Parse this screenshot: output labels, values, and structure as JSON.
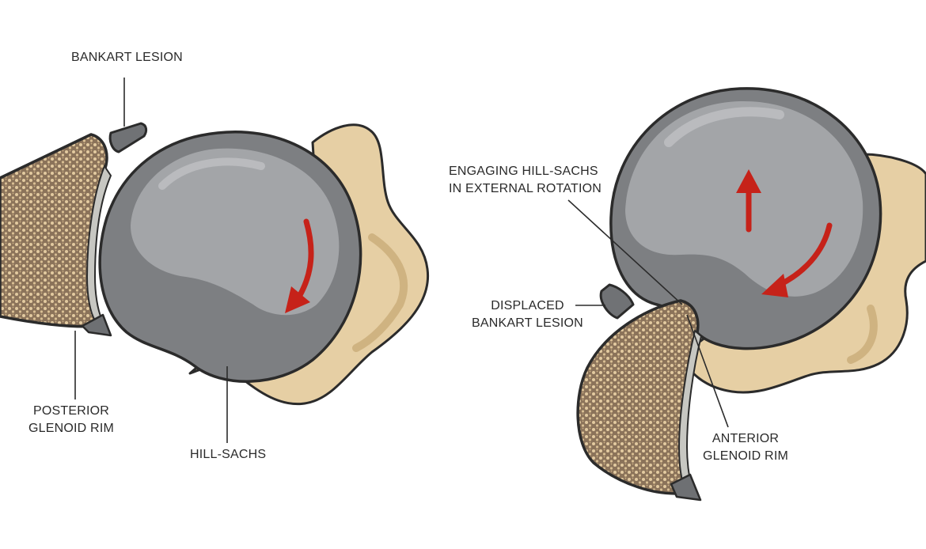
{
  "labels": {
    "bankart_lesion": "BANKART LESION",
    "posterior_glenoid_rim": [
      "POSTERIOR",
      "GLENOID RIM"
    ],
    "hill_sachs": "HILL-SACHS",
    "engaging_hill_sachs": [
      "ENGAGING HILL-SACHS",
      "IN EXTERNAL ROTATION"
    ],
    "displaced_bankart_lesion": [
      "DISPLACED",
      "BANKART LESION"
    ],
    "anterior_glenoid_rim": [
      "ANTERIOR",
      "GLENOID RIM"
    ]
  },
  "colors": {
    "humeral_head": "#7d7f82",
    "humeral_head_highlight": "#a3a5a8",
    "bone_tan": "#e6cfa4",
    "glenoid_cancellous": "#8b735a",
    "cartilage": "#c7c7c2",
    "arrow": "#c62219",
    "outline": "#2b2b2b"
  }
}
